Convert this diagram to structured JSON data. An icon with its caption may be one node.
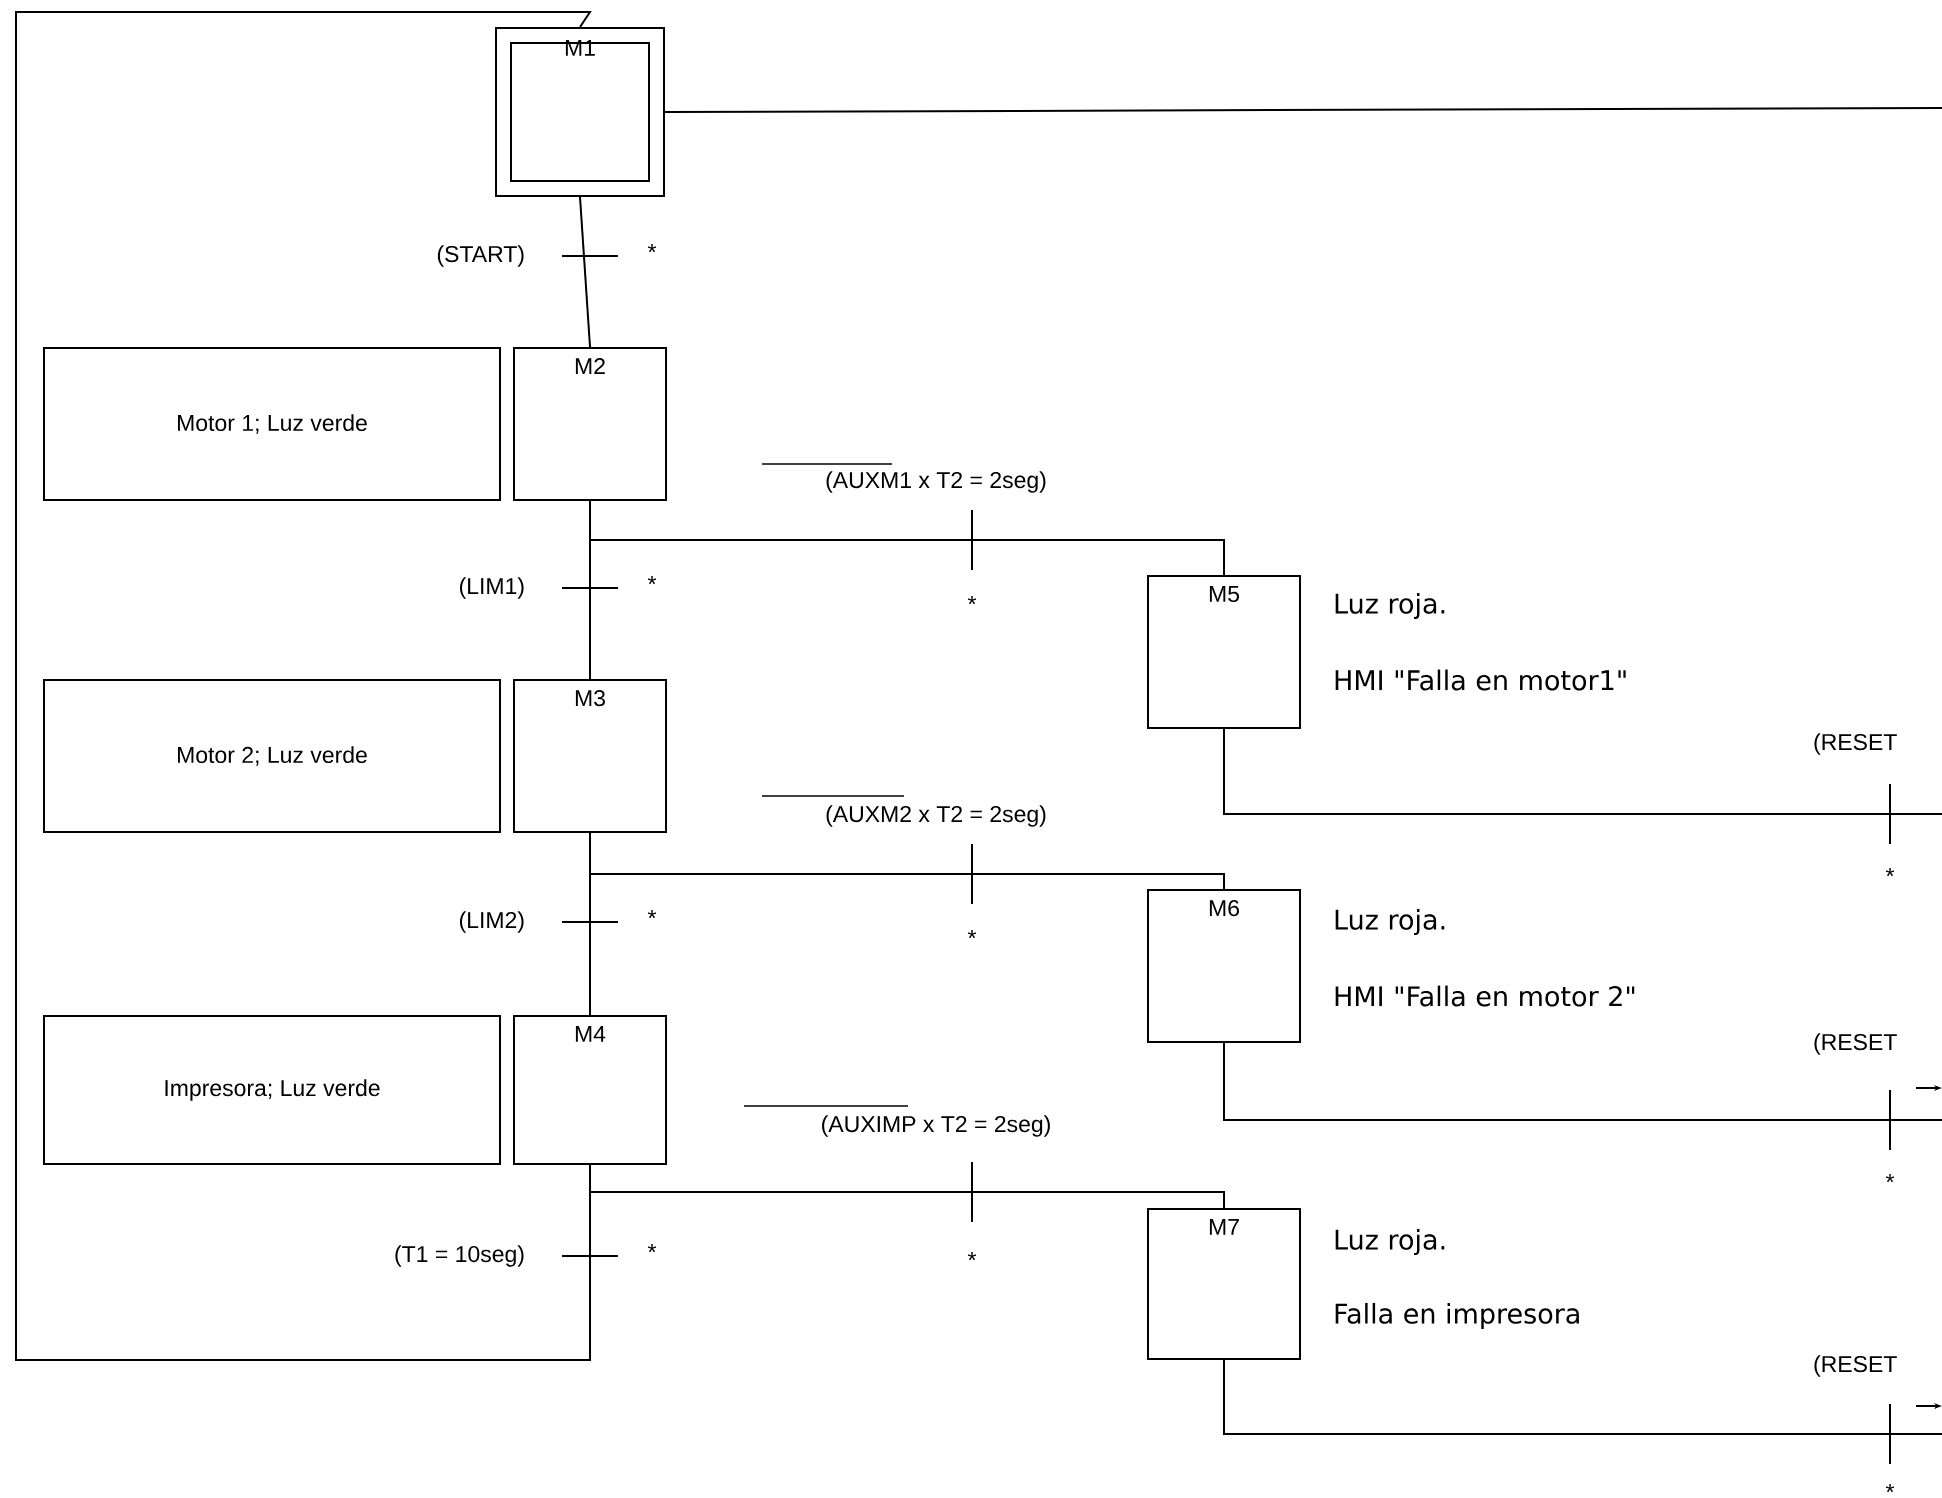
{
  "diagram": {
    "nodes": [
      {
        "text": [
          "M1"
        ]
      },
      {
        "text": [
          "Motor 1; Luz verde"
        ]
      },
      {
        "text": [
          "M2"
        ]
      },
      {
        "text": [
          "Motor 2; Luz verde"
        ]
      },
      {
        "text": [
          "M3"
        ]
      },
      {
        "text": [
          "Impresora; Luz verde"
        ]
      },
      {
        "text": [
          "M4"
        ]
      },
      {
        "text": [
          "M5"
        ],
        "beside": [
          "Luz roja.",
          "HMI \"Falla en motor1\""
        ]
      },
      {
        "text": [
          "M6"
        ],
        "beside": [
          "Luz roja.",
          "HMI \"Falla en motor 2\""
        ]
      },
      {
        "text": [
          "M7"
        ],
        "beside": [
          "Luz roja.",
          "Falla en impresora"
        ]
      }
    ],
    "edges": [
      {
        "from": 0,
        "to": 2,
        "arrow": "none",
        "label": "(START)"
      },
      {
        "from": 2,
        "to": 4,
        "arrow": "none",
        "label": "(LIM1)"
      },
      {
        "from": 4,
        "to": 6,
        "arrow": "none",
        "label": "(LIM2)"
      },
      {
        "from": 6,
        "to": 0,
        "arrow": "none",
        "label": "(T1 = 10seg)"
      },
      {
        "from": 2,
        "to": 7,
        "arrow": "none",
        "label": "(AUXM1 x T2 = 2seg)"
      },
      {
        "from": 4,
        "to": 8,
        "arrow": "none",
        "label": "(AUXM2 x T2 = 2seg)"
      },
      {
        "from": 6,
        "to": 9,
        "arrow": "none",
        "label": "(AUXIMP x T2 = 2seg)"
      },
      {
        "from": 7,
        "to": null,
        "arrow": "none",
        "label": "(RESET"
      },
      {
        "from": 8,
        "to": null,
        "arrow": "none",
        "label": "(RESET"
      },
      {
        "from": 9,
        "to": null,
        "arrow": "none",
        "label": "(RESET"
      },
      {
        "from": null,
        "to": 0,
        "arrow": "none"
      }
    ],
    "labels": [
      "*",
      "*",
      "*",
      "*",
      "*",
      "*",
      "*",
      "*",
      "*",
      "*"
    ]
  }
}
